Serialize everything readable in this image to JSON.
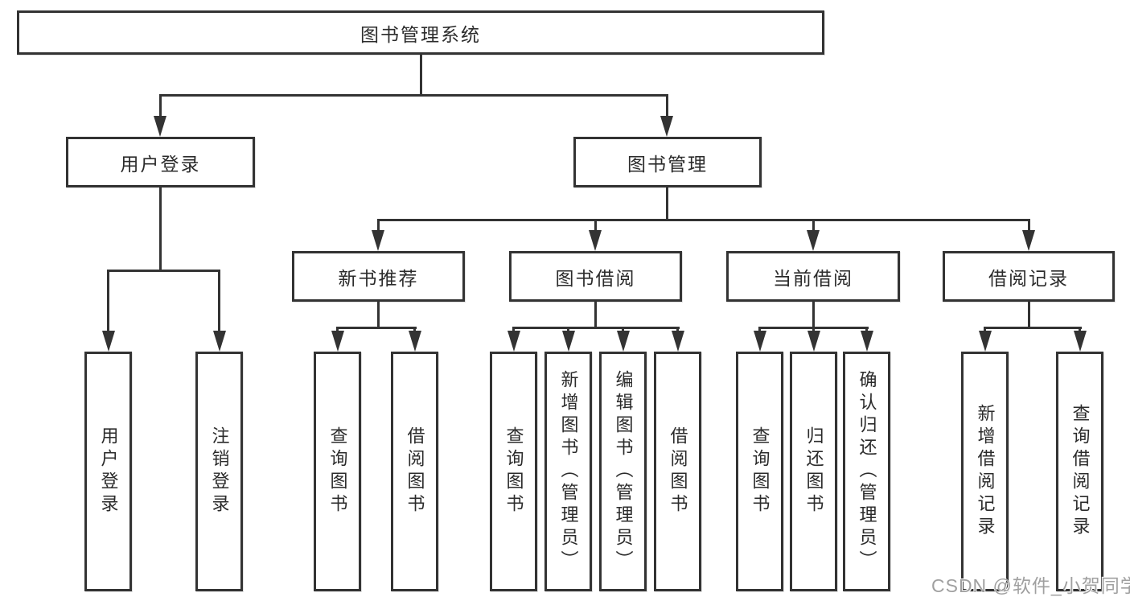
{
  "title": {
    "label": "图书管理系统"
  },
  "nodes": {
    "level2": [
      {
        "label": "用户登录"
      },
      {
        "label": "图书管理"
      }
    ],
    "level3": [
      {
        "label": "新书推荐"
      },
      {
        "label": "图书借阅"
      },
      {
        "label": "当前借阅"
      },
      {
        "label": "借阅记录"
      }
    ],
    "leaves": [
      {
        "label": "用户登录"
      },
      {
        "label": "注销登录"
      },
      {
        "label": "查询图书"
      },
      {
        "label": "借阅图书"
      },
      {
        "label": "查询图书"
      },
      {
        "label": "新增图书（管理员）"
      },
      {
        "label": "编辑图书（管理员）"
      },
      {
        "label": "借阅图书"
      },
      {
        "label": "查询图书"
      },
      {
        "label": "归还图书"
      },
      {
        "label": "确认归还（管理员）"
      },
      {
        "label": "新增借阅记录"
      },
      {
        "label": "查询借阅记录"
      }
    ]
  },
  "watermark": {
    "text": "CSDN @软件_小贺同学"
  },
  "colors": {
    "line": "#333333",
    "text": "#2b2b2b",
    "background": "#ffffff",
    "watermark": "#a0a0a0"
  }
}
